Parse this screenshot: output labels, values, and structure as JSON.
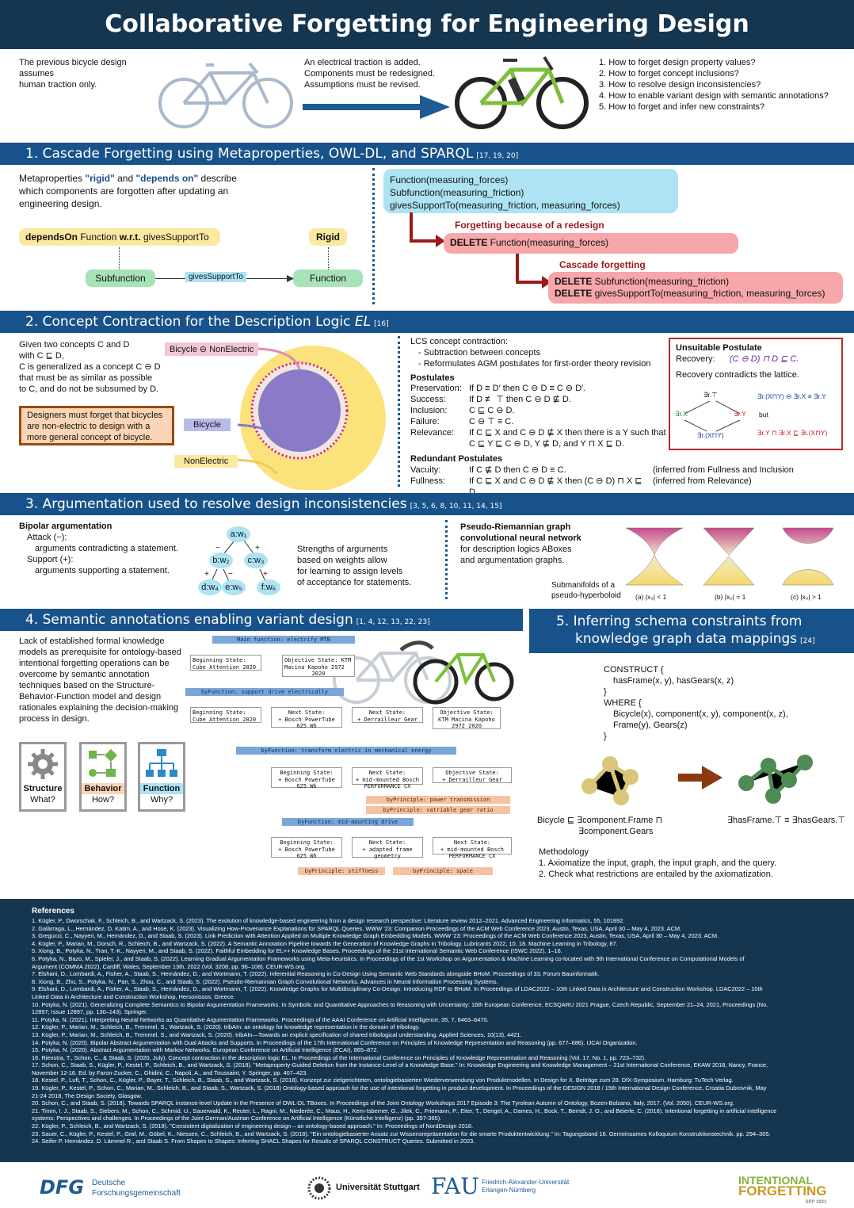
{
  "title": "Collaborative Forgetting for Engineering Design",
  "intro": {
    "left": [
      "The previous bicycle design assumes",
      "human traction only."
    ],
    "mid": [
      "An electrical traction is added.",
      "Components must be redesigned.",
      "Assumptions must be revised."
    ],
    "questions": [
      "1. How to forget design property values?",
      "2. How to forget concept inclusions?",
      "3. How to resolve design inconsistencies?",
      "4. How to enable variant design with semantic annotations?",
      "5. How to forget and infer new constraints?"
    ]
  },
  "s1": {
    "title": "1. Cascade Forgetting using Metaproperties, OWL-DL, and SPARQL",
    "ref": "[17, 19, 20]",
    "text": [
      "Metaproperties ",
      "\"rigid\"",
      " and ",
      "\"depends on\"",
      " describe",
      "which components are forgotten after updating an",
      "engineering design."
    ],
    "depends": [
      "dependsOn",
      " Function ",
      "w.r.t.",
      " givesSupportTo"
    ],
    "rigid": "Rigid",
    "sub": "Subfunction",
    "func": "Function",
    "gst": "givesSupportTo",
    "facts": [
      "Function(measuring_forces)",
      "Subfunction(measuring_friction)",
      "givesSupportTo(measuring_friction, measuring_forces)"
    ],
    "forget_label": "Forgetting because of a redesign",
    "del1": [
      "DELETE",
      " Function(measuring_forces)"
    ],
    "cascade_label": "Cascade forgetting",
    "del2": [
      "DELETE",
      " Subfunction(measuring_friction)"
    ],
    "del3": [
      "DELETE",
      " givesSupportTo(measuring_friction, measuring_forces)"
    ]
  },
  "s2": {
    "title": "2. Concept Contraction for the Description Logic ",
    "el": "EL",
    "ref": "[16]",
    "given": [
      "Given two concepts C and D",
      "with C ⊑ D,",
      "C is generalized as a concept C ⊖ D",
      "that must be as similar as possible",
      "to C, and do not be subsumed by D."
    ],
    "designers": [
      "Designers must forget that bicycles",
      "are non-electric to design with a",
      "more general concept of bicycle."
    ],
    "l_bne": "Bicycle ⊖ NonElectric",
    "l_bic": "Bicycle",
    "l_ne": "NonElectric",
    "lcs": [
      "LCS concept contraction:",
      "- Subtraction between concepts",
      "- Reformulates AGM postulates for first-order theory revision"
    ],
    "post_h": "Postulates",
    "posts": [
      [
        "Preservation:",
        "If D ≡ D′ then C ⊖ D ≡ C ⊖ D′."
      ],
      [
        "Success:",
        "If D ≢ ⊤ then C ⊖ D ⋢ D."
      ],
      [
        "Inclusion:",
        "C ⊑ C ⊖ D."
      ],
      [
        "Failure:",
        "C ⊖ ⊤ ≡ C."
      ],
      [
        "Relevance:",
        "If C ⊑ X and C ⊖ D ⋢ X then there is a Y such that"
      ],
      [
        "",
        "C ⊑ Y ⊑ C ⊖ D,  Y ⋢ D,  and Y ⊓ X ⊑ D."
      ]
    ],
    "red_h": "Redundant Postulates",
    "reds": [
      [
        "Vacuity:",
        "If C ⋢ D then C ⊖ D ≡ C.",
        "(inferred from Fullness and Inclusion"
      ],
      [
        "Fullness:",
        "If C ⊑ X and C ⊖ D ⋢ X then (C ⊖ D) ⊓ X ⊑ D.",
        "(inferred from Relevance)"
      ]
    ],
    "uns_h": "Unsuitable Postulate",
    "uns_rec": "Recovery:",
    "uns_f": "(C ⊖ D) ⊓ D ⊑ C.",
    "uns_t": "Recovery contradicts the lattice.",
    "lat": {
      "top": "∃r.⊤",
      "x": "∃r.X",
      "y": "∃r.Y",
      "bot": "∃r.(X⊓Y)",
      "eq1": "∃r.(X⊓Y) ⊖ ∃r.X ≡ ∃r.Y",
      "but": "but",
      "eq2": "∃r.Y ⊓ ∃r.X ⊑ ∃r.(X⊓Y)"
    }
  },
  "s3": {
    "title": "3. Argumentation used to resolve design inconsistencies",
    "ref": "[3, 5, 6, 8, 10, 11, 14, 15]",
    "bip": [
      "Bipolar argumentation",
      "Attack (−):",
      "arguments contradicting a statement.",
      "Support (+):",
      "arguments supporting a statement."
    ],
    "nodes": {
      "a": "a:w₁",
      "b": "b:w₂",
      "c": "c:w₃",
      "d": "d:w₄",
      "e": "e:w₅",
      "f": "f:w₆"
    },
    "signs": [
      "−",
      "+",
      "+",
      "−",
      "+",
      "−"
    ],
    "str": [
      "Strengths of arguments",
      "based on weights allow",
      "for learning to assign levels",
      "of acceptance for statements."
    ],
    "pr": [
      "Pseudo-Riemannian graph",
      "convolutional neural network",
      "for description logics ABoxes",
      "and argumentation graphs."
    ],
    "sub": [
      "Submanifolds of a",
      "pseudo-hyperboloid"
    ],
    "caps": [
      "(a) |x₀| < 1",
      "(b) |x₀| = 1",
      "(c) |x₀| > 1"
    ]
  },
  "s4": {
    "title": "4. Semantic annotations enabling variant design",
    "ref": "[1, 4, 12, 13, 22, 23]",
    "text": [
      "Lack of established formal knowledge",
      "models as prerequisite for ontology-based",
      "intentional forgetting operations can be",
      "overcome by semantic annotation",
      "techniques based on the Structure-",
      "Behavior-Function model and design",
      "rationales explaining the decision-making",
      "process in design."
    ],
    "icons": [
      {
        "t": "Structure",
        "q": "What?"
      },
      {
        "t": "Behavior",
        "q": "How?"
      },
      {
        "t": "Function",
        "q": "Why?"
      }
    ],
    "main": "Main function: electrify MTB",
    "r1": [
      [
        "Beginning State:",
        "Cube Attention 2020"
      ],
      [
        "Objective State: KTM",
        "Macina Kapoho 2972",
        "2020"
      ]
    ],
    "bf1": "byFunction: support drive electrically",
    "r2": [
      [
        "Beginning State:",
        "Cube Attention 2020"
      ],
      [
        "Next State:",
        "+ Bosch PowerTube",
        "625 Wh"
      ],
      [
        "Next State:",
        "+ Derrailleur Gear"
      ],
      [
        "Objective State:",
        "KTM Macina Kapoho",
        "2972 2020"
      ]
    ],
    "bf2": "byFunction: transform electric in mechanical energy",
    "r3": [
      [
        "Beginning State:",
        "+ Bosch PowerTube",
        "625 Wh"
      ],
      [
        "Next State:",
        "+ mid-mounted Bosch",
        "PERFORMANCE CX"
      ],
      [
        "Objective State:",
        "+ Derrailleur Gear"
      ]
    ],
    "bp1": "byPrinciple: power transmission",
    "bp2": "byPrinciple: vatriable gear ratio",
    "bf3": "byFunction: mid-mounting drive",
    "r4": [
      [
        "Beginning State:",
        "+ Bosch PowerTube",
        "625 Wh"
      ],
      [
        "Next State:",
        "+ adapted frame",
        "geometry"
      ],
      [
        "Next State:",
        "+ mid-mounted Bosch",
        "PERFORMANCE CX"
      ]
    ],
    "bp3": "byPrinciple: stiffness",
    "bp4": "byPrinciple: space"
  },
  "s5": {
    "title": [
      "5. Inferring schema constraints from",
      "knowledge graph data mappings"
    ],
    "ref": "[24]",
    "q": [
      "CONSTRUCT {",
      "hasFrame(x, y), hasGears(x, z)",
      "}",
      "WHERE {",
      "Bicycle(x), component(x, y), component(x, z),",
      "Frame(y), Gears(z)",
      "}"
    ],
    "l1": [
      "Bicycle ⊑ ∃component.Frame ⊓",
      "∃component.Gears"
    ],
    "l2": "∃hasFrame.⊤ ≡ ∃hasGears.⊤",
    "m": [
      "Methodology",
      "1. Axiomatize the input, graph, the input graph, and the query.",
      "2. Check what restrictions are entailed by the axiomatization."
    ]
  },
  "refs_h": "References",
  "refs": [
    "1.  Kügler, P., Dworschak, F., Schleich, B., and Wartzack, S. (2023). The evolution of knowledge-based engineering from a design research perspective: Literature review 2012–2021. Advanced Engineering Informatics, 55, 101892.",
    "2.  Galárraga, L., Hernández, D. Katim, A., and Hose, K. (2023). Visualizing How-Provenance Explanations for SPARQL Queries. WWW '23: Companion Proceedings of the ACM Web Conference 2023, Austin, Texas, USA, April 30 – May 4, 2023. ACM.",
    "3.  Gregucci, C., Nayyeri, M., Hernández, D., and Staab, S. (2023). Link Prediction with Attention Applied on Multiple Knowledge Graph Embedding Models. WWW '23: Proceedings of the ACM Web Conference 2023, Austin, Texas, USA, April 30 – May 4, 2023. ACM.",
    "4.  Kügler, P., Marian, M., Dorsch, R., Schleich, B., and Wartzack, S. (2022). A Semantic Annotation Pipeline towards the Generation of Knowledge Graphs in Tribology. Lubricants 2022, 10, 18. Machine Learning in Tribology, 87.",
    "5.  Xiong, B., Potyka, N., Tran, T.-K., Nayyeri, M., and Staab, S. (2022). Faithful Embedding for EL++ Knowledge Bases. Proceedings of the 21st International Semantic Web Conference (ISWC 2022), 1–16.",
    "6.  Potyka, N., Bazo, M., Spieler, J., and Staab, S. (2022). Learning Gradual Argumentation Frameworks using Meta-heuristics. In Proceedings of the 1st Workshop on Argumentation & Machine Learning co-located with 9th International Conference on Computational Models of",
    "     Argument (COMMA 2022), Cardiff, Wales, September 13th, 2022 (Vol. 3208, pp. 96–108). CEUR-WS.org.",
    "7.  Elshani, D., Lombardi, A., Fisher, A., Staab, S., Hernández, D., and Wortmann, T. (2022). Inferential Reasoning in Co-Design Using Semantic Web Standards alongside BHoM. Proceedings of 33. Forum Bauinformatik.",
    "8.  Xiong, B., Zhu, S., Potyka, N., Pan, S., Zhou, C., and Staab, S. (2022). Pseudo-Riemannian Graph Convolutional Networks. Advances in Neural Information Processing Systems.",
    "9.  Elshani, D., Lombardi, A., Fisher, A., Staab, S., Hernández, D., and Wortmann, T. (2022). Knowledge Graphs for Multidisciplinary Co-Design: Introducing RDF to BHoM. In Proceedings of LDAC2022 – 10th Linked Data in Architecture and Construction Workshop. LDAC2022 – 10th",
    "     Linked Data in Architecture and Construction Workshop, Hersonissos, Greece.",
    "10. Potyka, N. (2021). Generalizing Complete Semantics to Bipolar Argumentation Frameworks. In Symbolic and Quantitative Approaches to Reasoning with Uncertainty: 16th European Conference, ECSQARU 2021 Prague, Czech Republic, September 21–24, 2021, Proceedings (No.",
    "     12897; Issue 12897, pp. 130–143). Springer.",
    "11. Potyka, N. (2021). Interpreting Neural Networks as Quantitative Argumentation Frameworks. Proceedings of the AAAI Conference on Artificial Intelligence, 35, 7, 6463–6470.",
    "12. Kügler, P., Marian, M., Schleich, B., Tremmel, S., Wartzack, S. (2020). tribAIn: an ontology for knowledge representation in the domain of tribology.",
    "13. Kügler, P., Marian, M., Schleich, B., Tremmel, S., and Wartzack, S. (2020). tribAIn—Towards an explicit specification of shared tribological understanding. Applied Sciences, 10(13), 4421.",
    "14. Potyka, N. (2020). Bipolar Abstract Argumentation with Dual Attacks and Supports. In Proceedings of the 17th International Conference on Principles of Knowledge Representation and Reasoning (pp. 677–686). IJCAI Organization.",
    "15. Potyka, N. (2020). Abstract Argumentation with Markov Networks. European Conference on Artificial Intelligence (ECAI), 865–872.",
    "16. Rienstra, T., Schon, C., & Staab, S. (2020, July). Concept contraction in the description logic EL. In Proceedings of the International Conference on Principles of Knowledge Representation and Reasoning (Vol. 17, No. 1, pp. 723–732).",
    "17. Schon, C., Staab, S., Kügler, P., Kestel, P., Schleich, B., and Wartzack, S. (2018). \"Metaproperty-Guided Deletion from the Instance-Level of a Knowledge Base.\" In: Knowledge Engineering and Knowledge Management – 21st International Conference, EKAW 2018, Nancy, France,",
    "     November 12-16.  Ed. by Faron-Zucker, C., Ghidini, C., Napoli, A., and Toussaint, Y. Springer, pp. 407–423.",
    "18. Kestel, P., Luft, T., Schon, C., Kügler, P., Bayer, T., Schleich, B., Staab, S., and Wartzack, S. (2018). Konzept zur zielgerichteten, ontologiebasierten Wiederverwendung von Produktmodellen. In Design for X. Beiträge zum 28. DfX-Symposium. Hamburg: TuTech Verlag.",
    "19. Kügler, P., Kestel, P., Schon, C., Marian, M., Schleich, B., and Staab, S., Wartzack, S. (2018) Ontology-based approach for the use of intentional forgetting in product development. In Proceedings of the DESIGN 2018 / 15th International Design Conference, Croatia Dubrovnik, May",
    "     21-24 2018, The Design Society, Glasgow.",
    "20. Schon, C., and Staab, S. (2018). Towards SPARQL instance-level Update in the Presence of OWL-DL TBoxes. In  Proceedings of the Joint Ontology Workshops 2017 Episode 3: The Tyrolean Autumn of Ontology, Bozen-Bolzano, Italy, 2017. (Vol. 2050). CEUR-WS.org.",
    "21. Timm, I. J., Staab, S., Siebers, M., Schon, C., Schmid, U., Sauerwald, K., Reuter, L., Ragni, M., Niederée, C., Maus, H., Kern-Isberner, G., Jilek, C., Friemann, P., Eiter, T., Dengel, A., Dames, H., Bock, T., Berndt, J. O., and Beierle, C. (2018). Intentional forgetting in artificial intelligence",
    "     systems: Perspectives and challenges. In Proceedings of the Joint German/Austrian Conference on Artificial Intelligence (Künstliche Intelligenz) (pp. 357-365).",
    "22. Kügler, P., Schleich, B., and Wartzack, S. (2018). \"Consistent digitalization of engineering design – an ontology-based approach.\" In: Proceedings of NordDesign 2018.",
    "23. Sauer, C., Kügler, P., Kestel, P., Graf, M., Göbel, K., Niessen, C., Schleich, B., and Wartzack, S. (2018). \"Ein ontologiebasierter Ansatz zur Wissensrepräsentation für die smarte Produktentwicklung.\" In: Tagungsband 16. Gemeinsames Kolloquium Konstruktionstechnik. pp. 294–305.",
    "24. Seifer P. Hernández. D. Lämmel R., and Staab S. From Shapes to Shapes: Inferring SHACL Shapes for Results of SPARQL CONSTRUCT Queries. Submitted in 2023."
  ],
  "logos": {
    "dfg": "DFG",
    "dfg_t": [
      "Deutsche",
      "Forschungsgemeinschaft"
    ],
    "us": "Universität Stuttgart",
    "fau": "FAU",
    "fau_t": [
      "Friedrich-Alexander-Universität",
      "Erlangen-Nürnberg"
    ],
    "if1": "INTENTIONAL",
    "if2": "FORGETTING",
    "if3": "SPP 1921"
  },
  "colors": {
    "header": "#163650",
    "bar": "#18528a",
    "yellow": "#fbe9a0",
    "green": "#a8e2b8",
    "blue": "#aee3f4",
    "red": "#f7a6aa",
    "darkred": "#9b1b1b"
  }
}
